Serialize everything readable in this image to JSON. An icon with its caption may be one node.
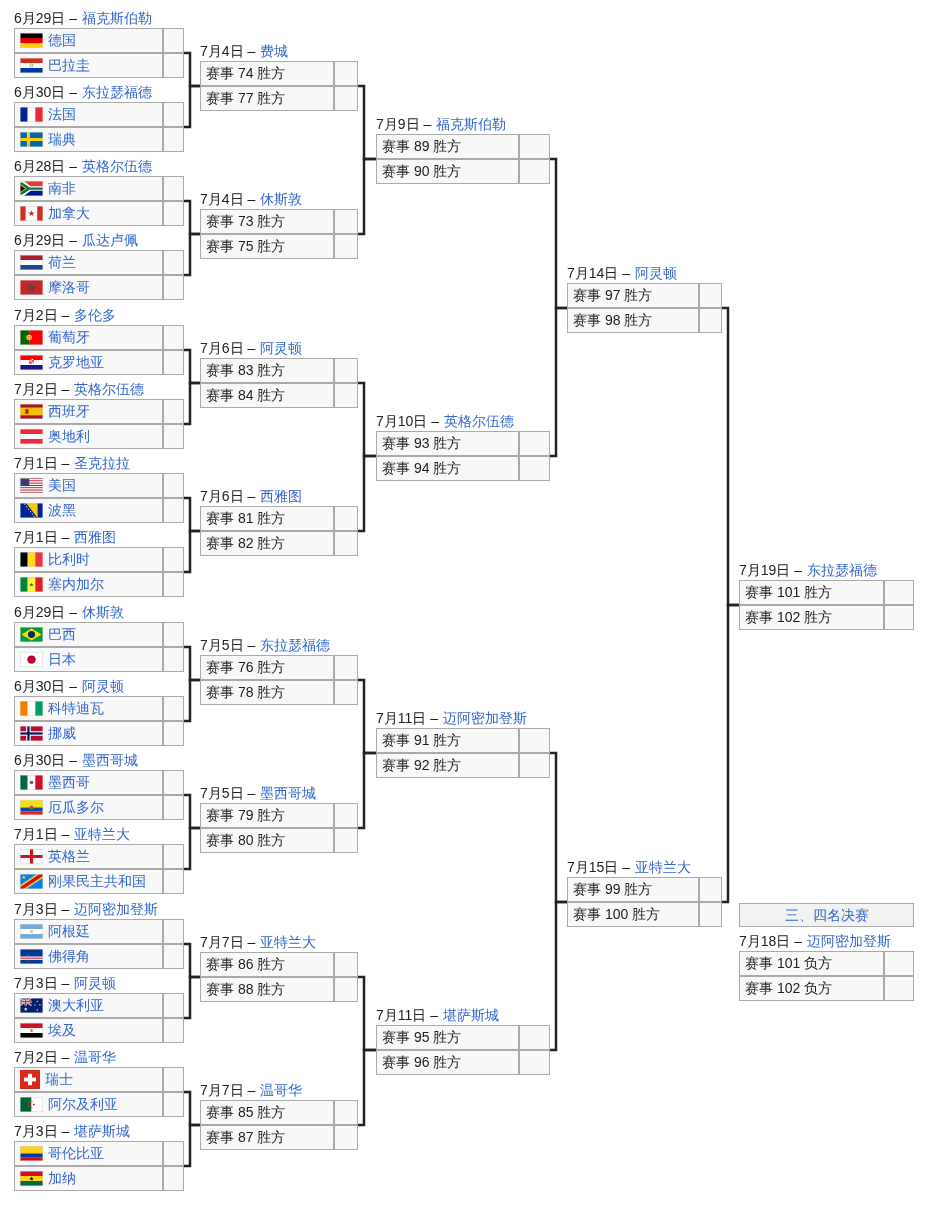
{
  "diagram": {
    "nodes": [
      {
        "text": [
          "6月29日 –",
          "福克斯伯勒",
          "德国",
          "巴拉圭"
        ]
      },
      {
        "text": [
          "6月30日 –",
          "东拉瑟福德",
          "法国",
          "瑞典"
        ]
      },
      {
        "text": [
          "6月28日 –",
          "英格尔伍德",
          "南非",
          "加拿大"
        ]
      },
      {
        "text": [
          "6月29日 –",
          "瓜达卢佩",
          "荷兰",
          "摩洛哥"
        ]
      },
      {
        "text": [
          "7月2日 –",
          "多伦多",
          "葡萄牙",
          "克罗地亚"
        ]
      },
      {
        "text": [
          "7月2日 –",
          "英格尔伍德",
          "西班牙",
          "奥地利"
        ]
      },
      {
        "text": [
          "7月1日 –",
          "圣克拉拉",
          "美国",
          "波黑"
        ]
      },
      {
        "text": [
          "7月1日 –",
          "西雅图",
          "比利时",
          "塞内加尔"
        ]
      },
      {
        "text": [
          "6月29日 –",
          "休斯敦",
          "巴西",
          "日本"
        ]
      },
      {
        "text": [
          "6月30日 –",
          "阿灵顿",
          "科特迪瓦",
          "挪威"
        ]
      },
      {
        "text": [
          "6月30日 –",
          "墨西哥城",
          "墨西哥",
          "厄瓜多尔"
        ]
      },
      {
        "text": [
          "7月1日 –",
          "亚特兰大",
          "英格兰",
          "刚果民主共和国"
        ]
      },
      {
        "text": [
          "7月3日 –",
          "迈阿密加登斯",
          "阿根廷",
          "佛得角"
        ]
      },
      {
        "text": [
          "7月3日 –",
          "阿灵顿",
          "澳大利亚",
          "埃及"
        ]
      },
      {
        "text": [
          "7月2日 –",
          "温哥华",
          "瑞士",
          "阿尔及利亚"
        ]
      },
      {
        "text": [
          "7月3日 –",
          "堪萨斯城",
          "哥伦比亚",
          "加纳"
        ]
      },
      {
        "text": [
          "7月4日 –",
          "费城",
          "赛事 74 胜方",
          "赛事 77 胜方"
        ]
      },
      {
        "text": [
          "7月4日 –",
          "休斯敦",
          "赛事 73 胜方",
          "赛事 75 胜方"
        ]
      },
      {
        "text": [
          "7月6日 –",
          "阿灵顿",
          "赛事 83 胜方",
          "赛事 84 胜方"
        ]
      },
      {
        "text": [
          "7月6日 –",
          "西雅图",
          "赛事 81 胜方",
          "赛事 82 胜方"
        ]
      },
      {
        "text": [
          "7月5日 –",
          "东拉瑟福德",
          "赛事 76 胜方",
          "赛事 78 胜方"
        ]
      },
      {
        "text": [
          "7月5日 –",
          "墨西哥城",
          "赛事 79 胜方",
          "赛事 80 胜方"
        ]
      },
      {
        "text": [
          "7月7日 –",
          "亚特兰大",
          "赛事 86 胜方",
          "赛事 88 胜方"
        ]
      },
      {
        "text": [
          "7月7日 –",
          "温哥华",
          "赛事 85 胜方",
          "赛事 87 胜方"
        ]
      },
      {
        "text": [
          "7月9日 –",
          "福克斯伯勒",
          "赛事 89 胜方",
          "赛事 90 胜方"
        ]
      },
      {
        "text": [
          "7月10日 –",
          "英格尔伍德",
          "赛事 93 胜方",
          "赛事 94 胜方"
        ]
      },
      {
        "text": [
          "7月11日 –",
          "迈阿密加登斯",
          "赛事 91 胜方",
          "赛事 92 胜方"
        ]
      },
      {
        "text": [
          "7月11日 –",
          "堪萨斯城",
          "赛事 95 胜方",
          "赛事 96 胜方"
        ]
      },
      {
        "text": [
          "7月14日 –",
          "阿灵顿",
          "赛事 97 胜方",
          "赛事 98 胜方"
        ]
      },
      {
        "text": [
          "7月15日 –",
          "亚特兰大",
          "赛事 99 胜方",
          "赛事 100 胜方"
        ]
      },
      {
        "text": [
          "7月19日 –",
          "东拉瑟福德",
          "赛事 101 胜方",
          "赛事 102 胜方"
        ]
      },
      {
        "text": [
          "三、四名决赛"
        ]
      },
      {
        "text": [
          "7月18日 –",
          "迈阿密加登斯",
          "赛事 101 负方",
          "赛事 102 负方"
        ]
      }
    ],
    "edges": [
      {
        "from": 0,
        "to": 16,
        "arrow": "none"
      },
      {
        "from": 1,
        "to": 16,
        "arrow": "none"
      },
      {
        "from": 2,
        "to": 17,
        "arrow": "none"
      },
      {
        "from": 3,
        "to": 17,
        "arrow": "none"
      },
      {
        "from": 4,
        "to": 18,
        "arrow": "none"
      },
      {
        "from": 5,
        "to": 18,
        "arrow": "none"
      },
      {
        "from": 6,
        "to": 19,
        "arrow": "none"
      },
      {
        "from": 7,
        "to": 19,
        "arrow": "none"
      },
      {
        "from": 8,
        "to": 20,
        "arrow": "none"
      },
      {
        "from": 9,
        "to": 20,
        "arrow": "none"
      },
      {
        "from": 10,
        "to": 21,
        "arrow": "none"
      },
      {
        "from": 11,
        "to": 21,
        "arrow": "none"
      },
      {
        "from": 12,
        "to": 22,
        "arrow": "none"
      },
      {
        "from": 13,
        "to": 22,
        "arrow": "none"
      },
      {
        "from": 14,
        "to": 23,
        "arrow": "none"
      },
      {
        "from": 15,
        "to": 23,
        "arrow": "none"
      },
      {
        "from": 16,
        "to": 24,
        "arrow": "none"
      },
      {
        "from": 17,
        "to": 24,
        "arrow": "none"
      },
      {
        "from": 18,
        "to": 25,
        "arrow": "none"
      },
      {
        "from": 19,
        "to": 25,
        "arrow": "none"
      },
      {
        "from": 20,
        "to": 26,
        "arrow": "none"
      },
      {
        "from": 21,
        "to": 26,
        "arrow": "none"
      },
      {
        "from": 22,
        "to": 27,
        "arrow": "none"
      },
      {
        "from": 23,
        "to": 27,
        "arrow": "none"
      },
      {
        "from": 24,
        "to": 28,
        "arrow": "none"
      },
      {
        "from": 25,
        "to": 28,
        "arrow": "none"
      },
      {
        "from": 26,
        "to": 29,
        "arrow": "none"
      },
      {
        "from": 27,
        "to": 29,
        "arrow": "none"
      },
      {
        "from": 28,
        "to": 30,
        "arrow": "none"
      },
      {
        "from": 29,
        "to": 30,
        "arrow": "none"
      }
    ]
  }
}
